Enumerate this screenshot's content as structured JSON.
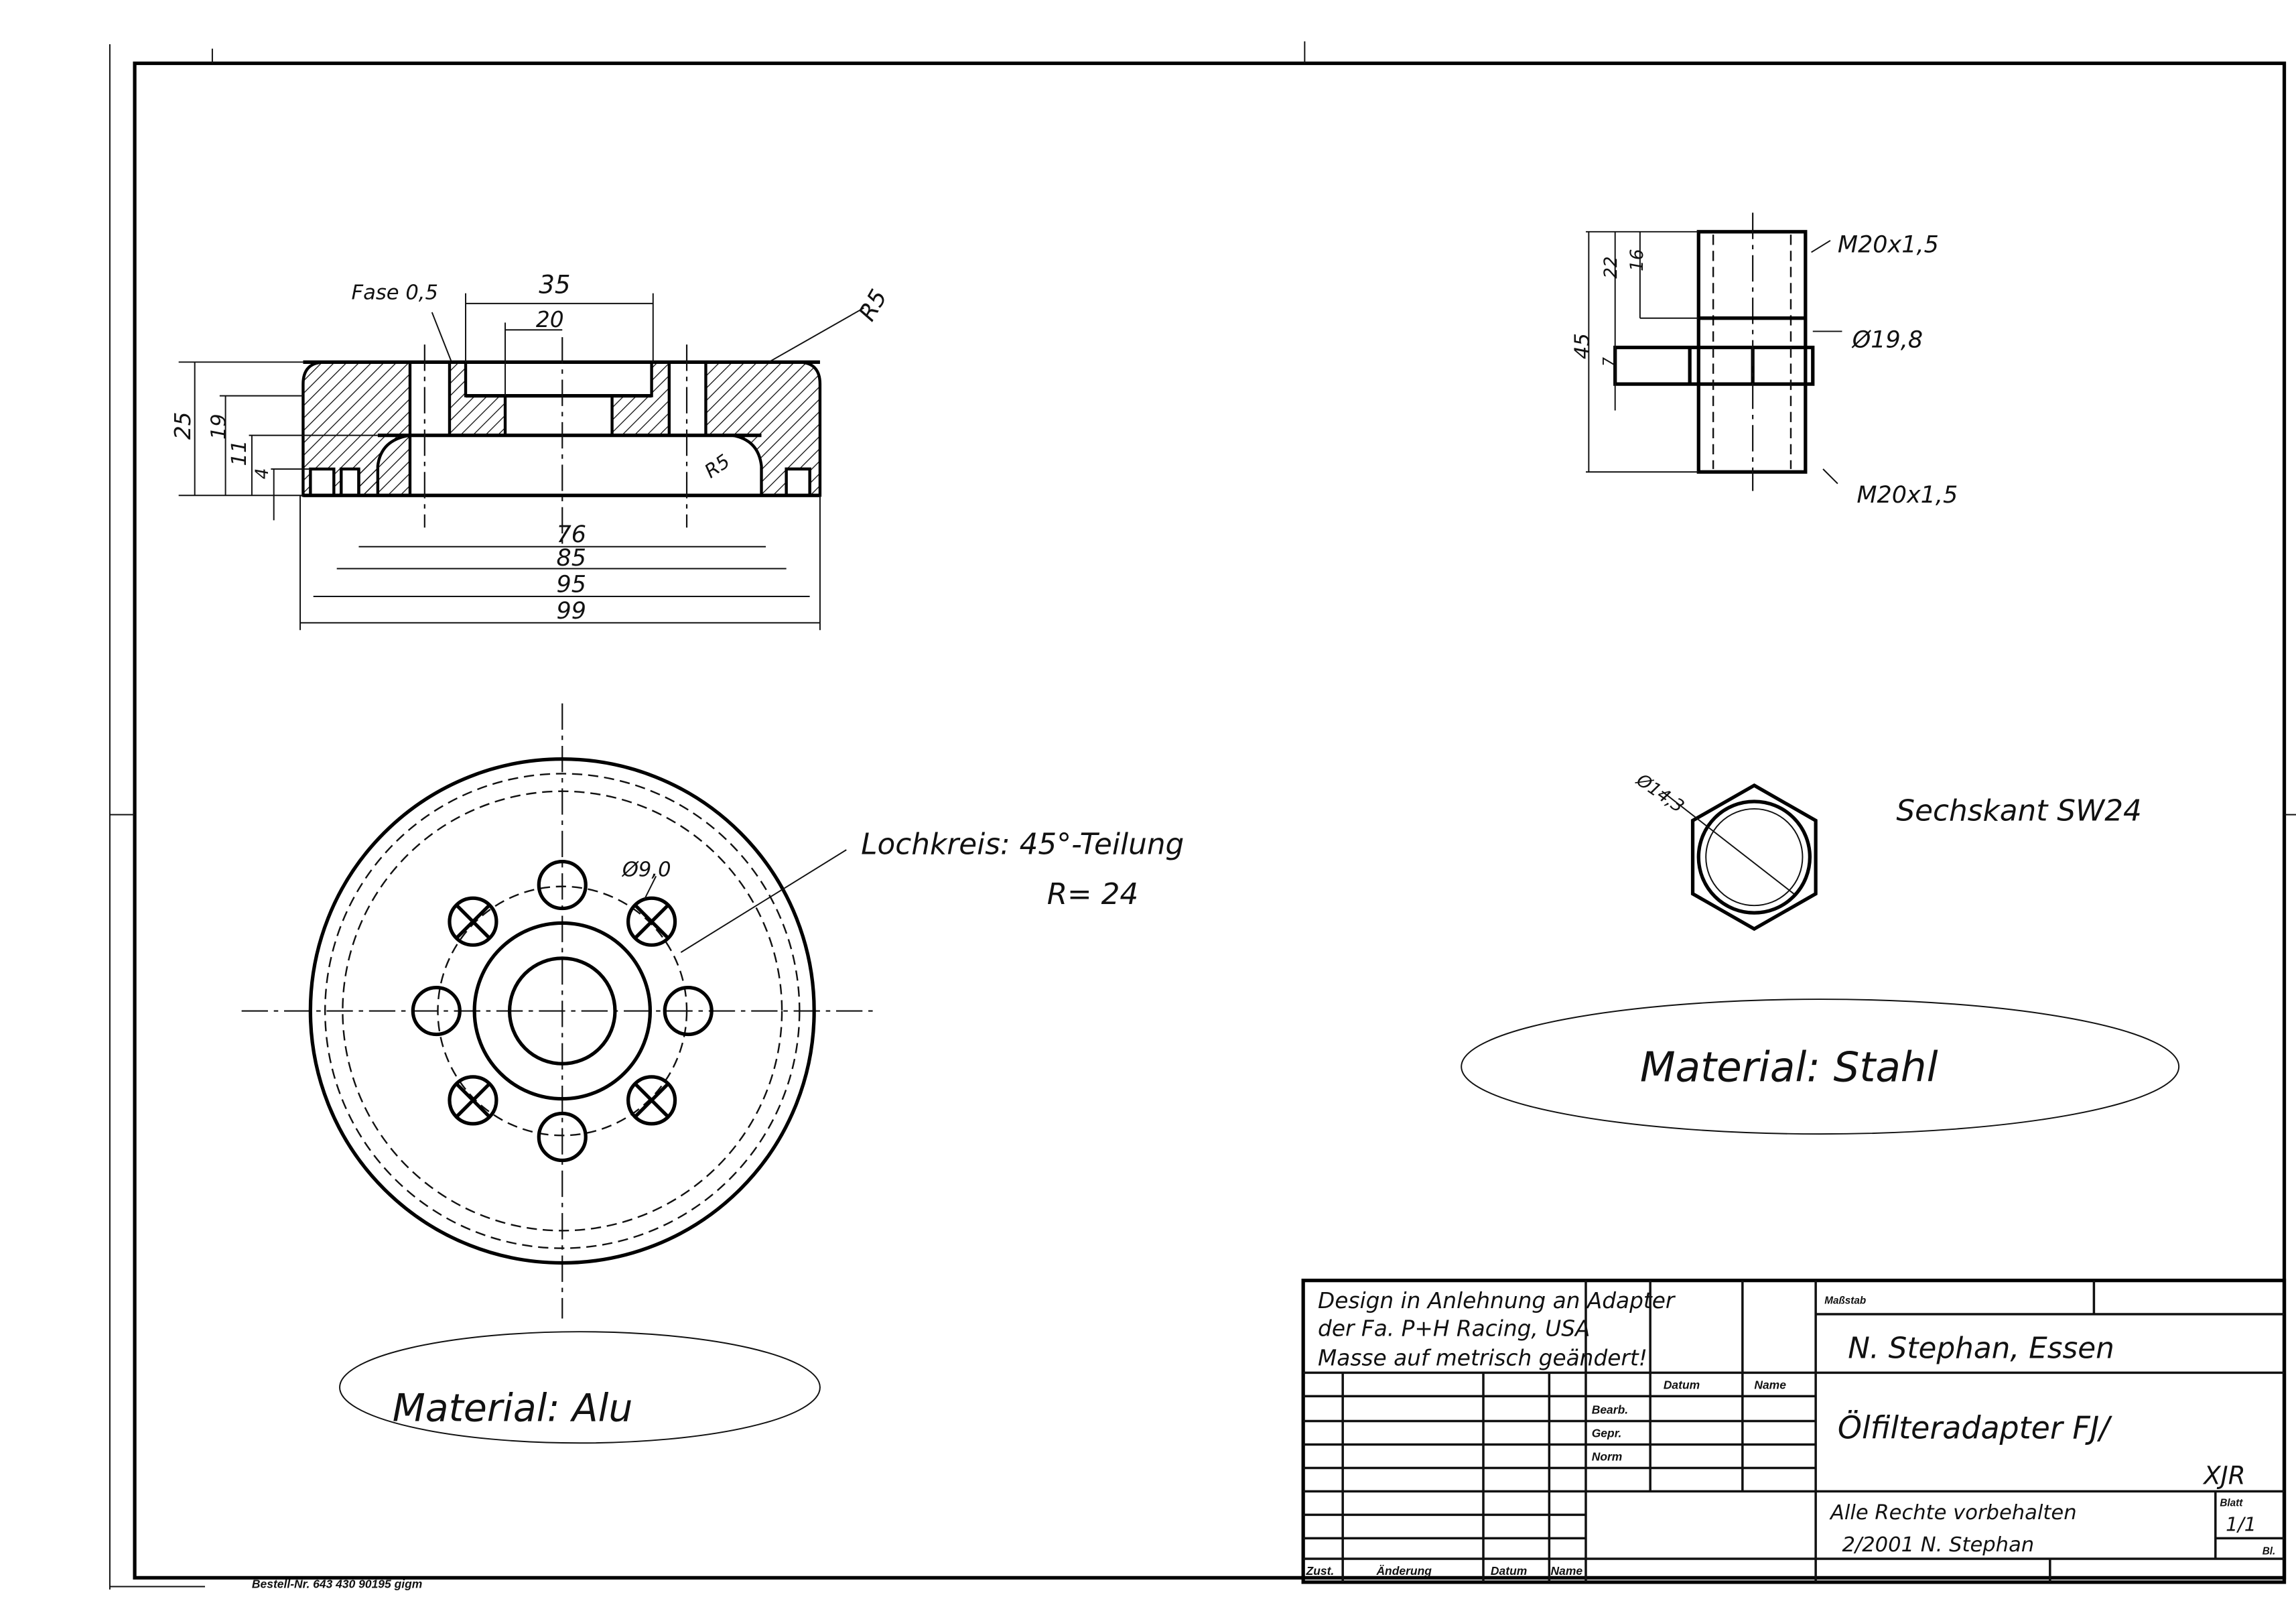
{
  "section_view": {
    "chamfer_label": "Fase 0,5",
    "dims": {
      "d35": "35",
      "d20": "20",
      "r5_outer": "R5",
      "r5_inner": "R5",
      "h25": "25",
      "h19": "19",
      "h11": "11",
      "h4": "4",
      "w76": "76",
      "w85": "85",
      "w95": "95",
      "w99": "99"
    }
  },
  "plan_view": {
    "hole_dia": "Ø9,0",
    "bolt_circle_line1": "Lochkreis: 45°-Teilung",
    "bolt_circle_line2": "R= 24",
    "material": "Material: Alu"
  },
  "adapter_view": {
    "thread_top": "M20x1,5",
    "thread_bottom": "M20x1,5",
    "diameter": "Ø19,8",
    "dims": {
      "h45": "45",
      "h22": "22",
      "h16": "16",
      "h7": "7"
    }
  },
  "hex_view": {
    "dia": "Ø14,3",
    "label": "Sechskant SW24",
    "material": "Material: Stahl"
  },
  "title_block": {
    "note_line1": "Design in Anlehnung an Adapter",
    "note_line2": "der Fa. P+H Racing, USA",
    "note_line3": "Masse auf metrisch geändert!",
    "header_datum": "Datum",
    "header_name": "Name",
    "row_bearb": "Bearb.",
    "row_gepr": "Gepr.",
    "row_norm": "Norm",
    "massstab_label": "Maßstab",
    "author": "N. Stephan, Essen",
    "drawing_title_line1": "Ölfilteradapter FJ/",
    "drawing_title_line2": "XJR",
    "rights_line1": "Alle Rechte vorbehalten",
    "rights_line2": "2/2001 N. Stephan",
    "blatt_label": "Blatt",
    "blatt_value": "1/1",
    "bl_label": "Bl.",
    "footer_zust": "Zust.",
    "footer_aenderung": "Änderung",
    "footer_datum": "Datum",
    "footer_name": "Name"
  },
  "print_footer": "Bestell-Nr. 643 430 90195 gigm"
}
